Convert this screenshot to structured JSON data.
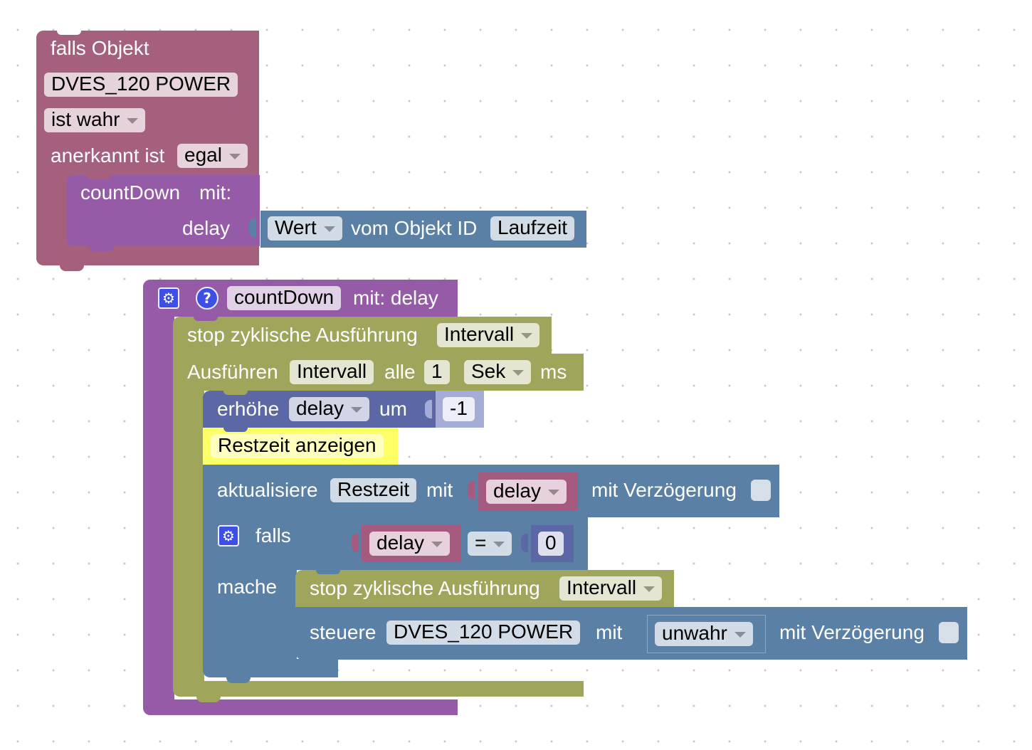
{
  "colors": {
    "event": "#a5607e",
    "procedure": "#955ba6",
    "timer": "#9fa55b",
    "object": "#5b80a5",
    "variable": "#5c68a6",
    "math": "#a6acd8",
    "comment": "#ffff66",
    "logic": "#5b80a5",
    "var_getter": "#a55b80"
  },
  "trigger_block": {
    "title": "falls Objekt",
    "object_id": "DVES_120 POWER",
    "condition": "ist wahr",
    "ack_label": "anerkannt ist",
    "ack_value": "egal"
  },
  "call_block": {
    "name": "countDown",
    "with_label": "mit:",
    "param_label": "delay",
    "value_label": "Wert",
    "from_object_label": "vom Objekt ID",
    "object_id": "Laufzeit"
  },
  "procedure_def": {
    "name": "countDown",
    "params_label": "mit: delay",
    "help_icon": "?"
  },
  "stop_block_1": {
    "label": "stop zyklische Ausführung",
    "interval": "Intervall"
  },
  "interval_block": {
    "label": "Ausführen",
    "name": "Intervall",
    "every_label": "alle",
    "value": "1",
    "unit": "Sek",
    "ms_label": "ms"
  },
  "increment_block": {
    "label": "erhöhe",
    "variable": "delay",
    "by_label": "um",
    "value": "-1"
  },
  "comment_block": {
    "text": "Restzeit anzeigen"
  },
  "update_block": {
    "label": "aktualisiere",
    "object": "Restzeit",
    "with_label": "mit",
    "variable": "delay",
    "delay_label": "mit Verzögerung"
  },
  "if_block": {
    "if_label": "falls",
    "do_label": "mache",
    "variable": "delay",
    "operator": "=",
    "value": "0"
  },
  "stop_block_2": {
    "label": "stop zyklische Ausführung",
    "interval": "Intervall"
  },
  "control_block": {
    "label": "steuere",
    "object": "DVES_120 POWER",
    "with_label": "mit",
    "value": "unwahr",
    "delay_label": "mit Verzögerung"
  }
}
